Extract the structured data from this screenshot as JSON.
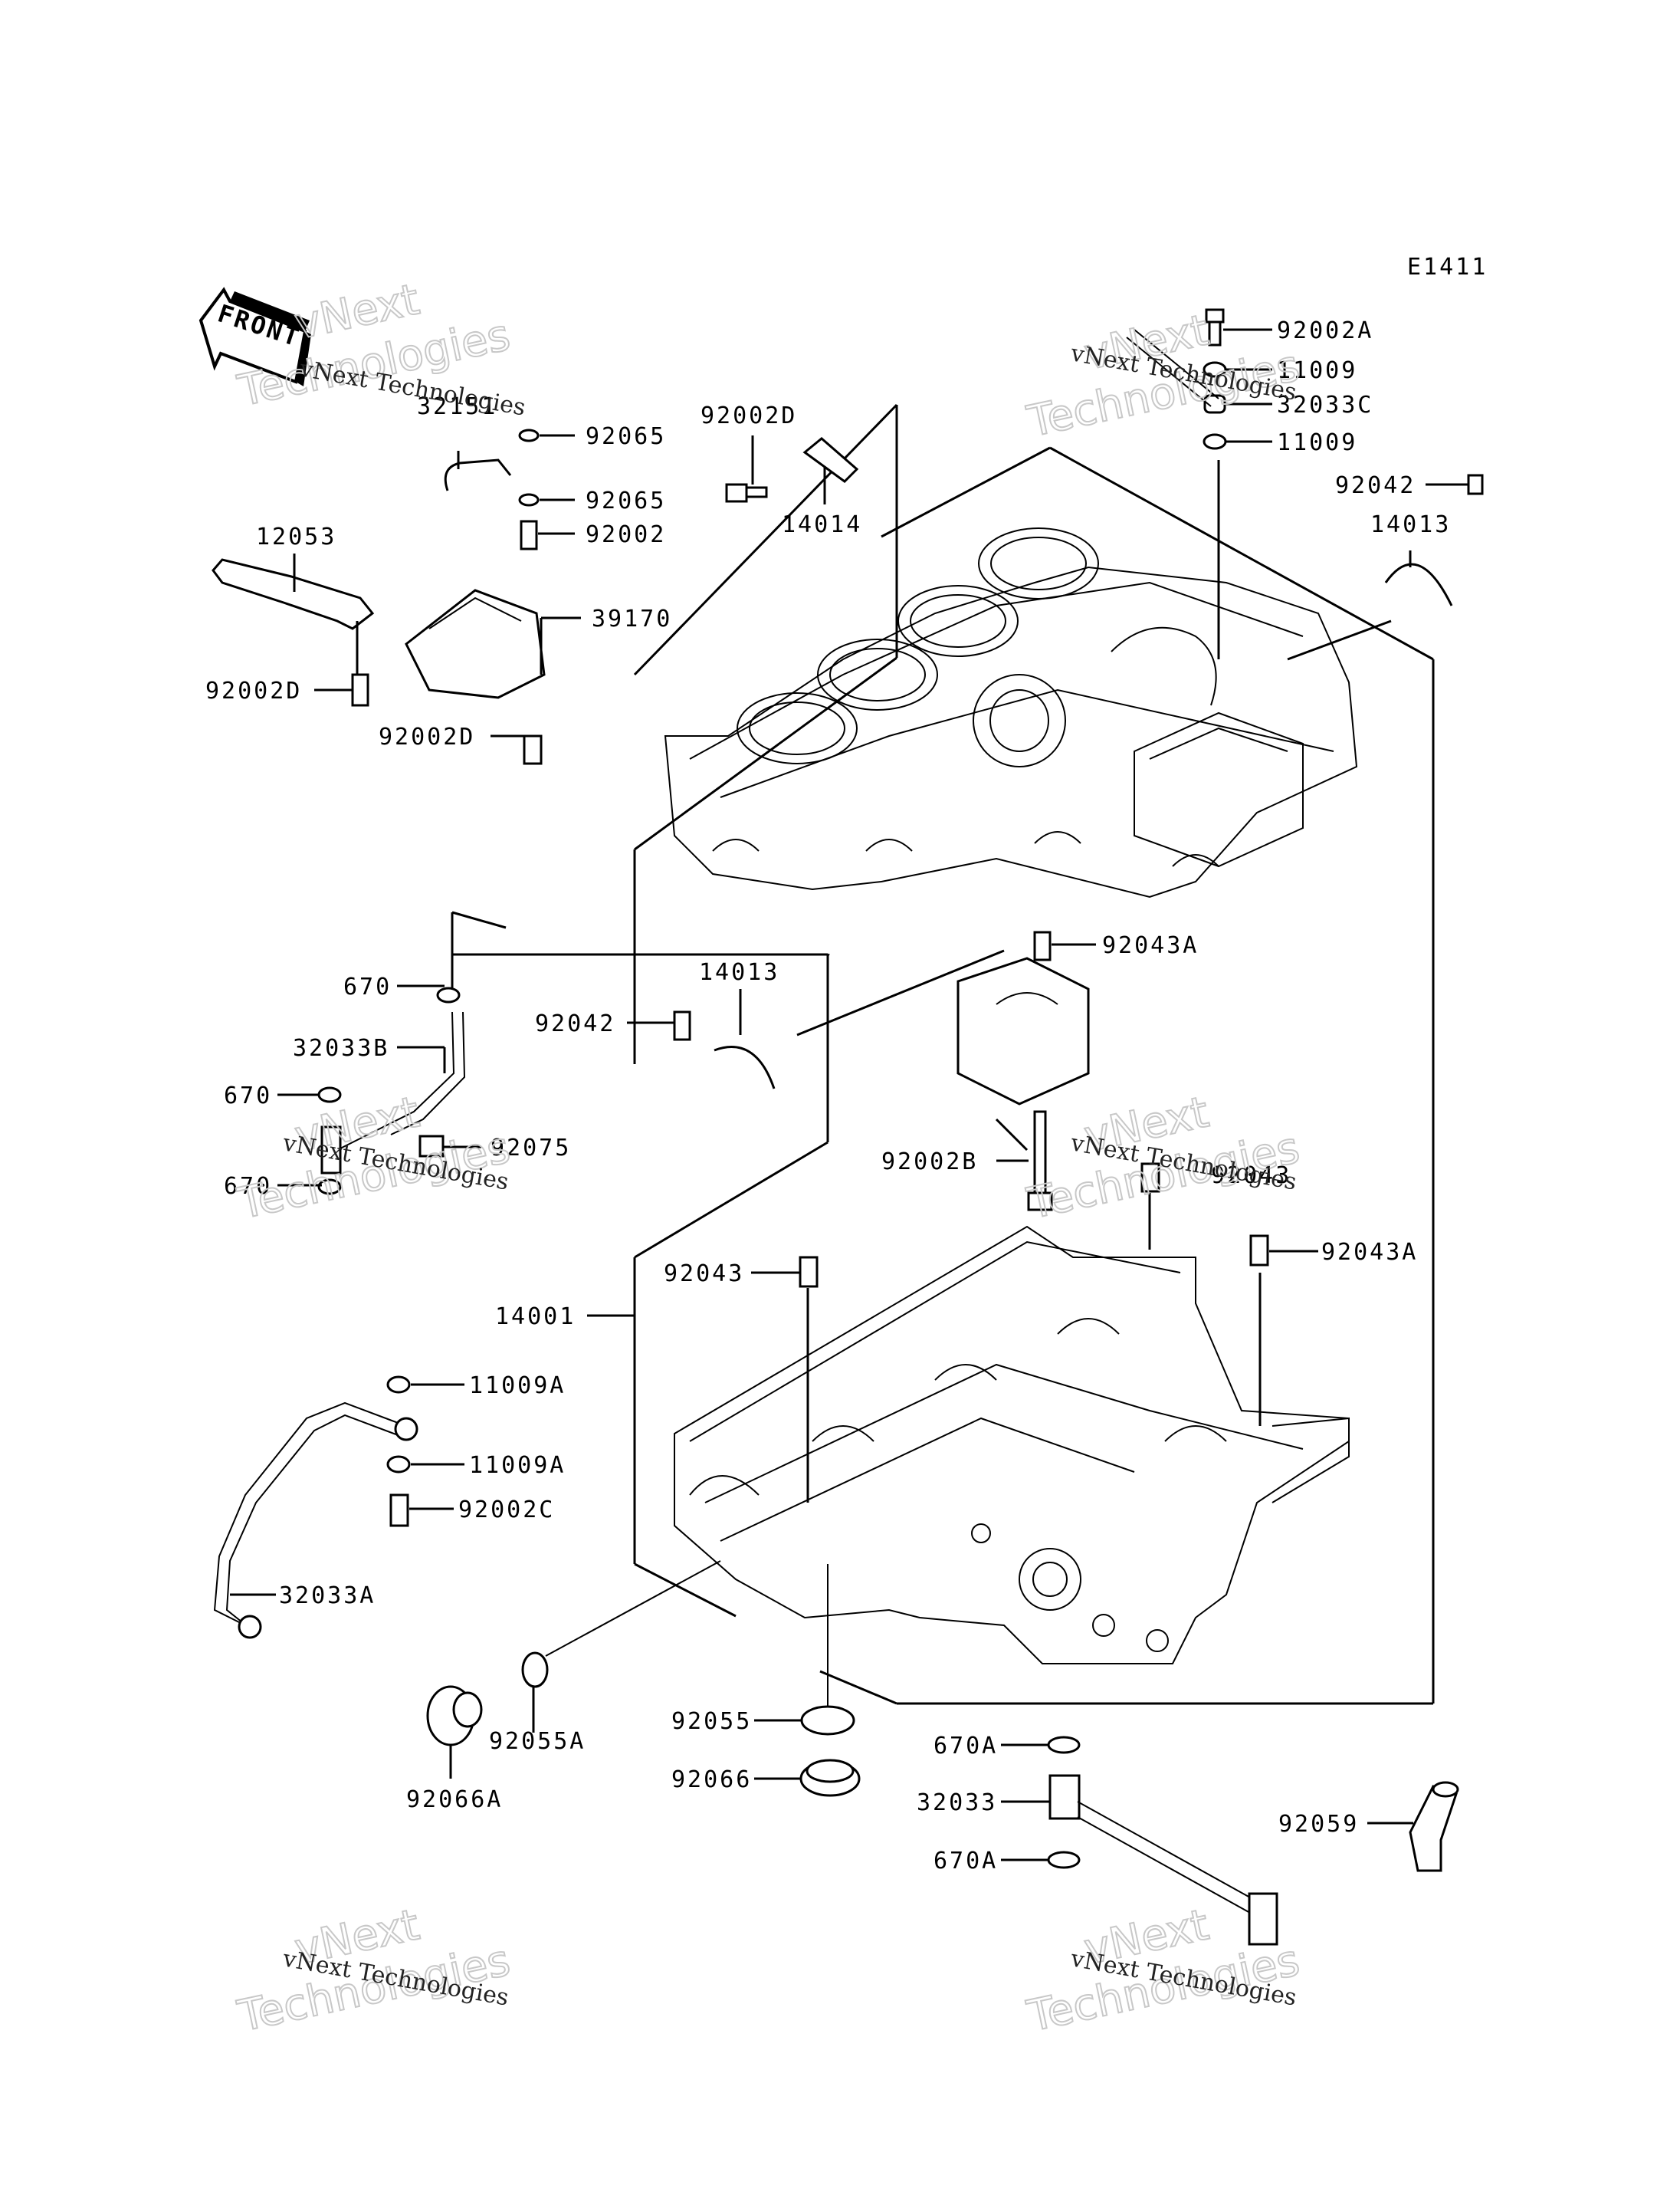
{
  "diagram_code": "E1411",
  "front_marker": "FRONT",
  "watermark": {
    "line1": "vNext Technologies",
    "line2": "vNext",
    "line3": "Technologies"
  },
  "part_labels": {
    "p92002A": "92002A",
    "p11009_top": "11009",
    "p32033C": "32033C",
    "p11009_b": "11009",
    "p92042_r": "92042",
    "p14013_r": "14013",
    "p92002D_top": "92002D",
    "p14014": "14014",
    "p32151": "32151",
    "p92065_a": "92065",
    "p92065_b": "92065",
    "p92002": "92002",
    "p12053": "12053",
    "p39170": "39170",
    "p92002D_l": "92002D",
    "p92002D_m": "92002D",
    "p670_a": "670",
    "p32033B": "32033B",
    "p670_b": "670",
    "p92075": "92075",
    "p670_c": "670",
    "p92042_m": "92042",
    "p14013_m": "14013",
    "p92043A_top": "92043A",
    "p92002B": "92002B",
    "p92043_r": "92043",
    "p92043A_r": "92043A",
    "p92043_l": "92043",
    "p14001": "14001",
    "p11009A_a": "11009A",
    "p11009A_b": "11009A",
    "p92002C": "92002C",
    "p32033A": "32033A",
    "p92055A": "92055A",
    "p92066A": "92066A",
    "p92055": "92055",
    "p92066": "92066",
    "p670A_a": "670A",
    "p32033": "32033",
    "p670A_b": "670A",
    "p92059": "92059"
  }
}
